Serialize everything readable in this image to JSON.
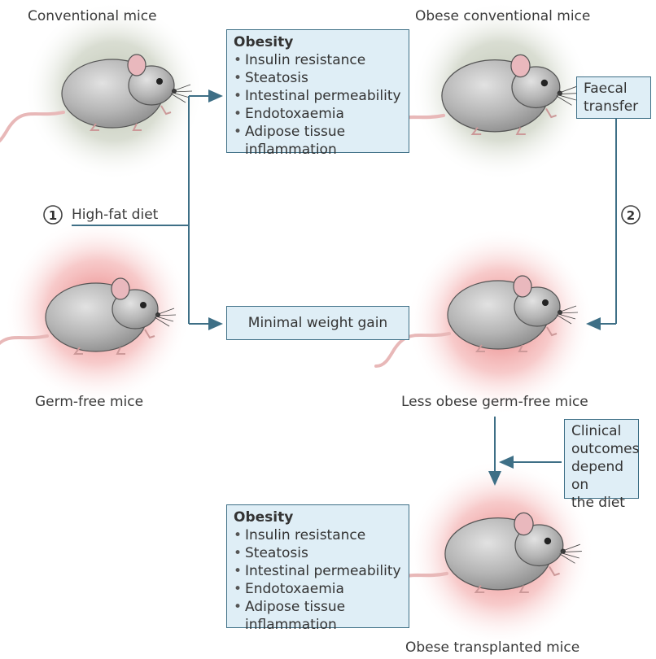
{
  "labels": {
    "conventional": "Conventional mice",
    "obese_conventional": "Obese conventional mice",
    "germ_free": "Germ-free mice",
    "less_obese_germ_free": "Less obese germ-free mice",
    "obese_transplanted": "Obese transplanted mice"
  },
  "obesity_box_top": {
    "title": "Obesity",
    "items": [
      "Insulin resistance",
      "Steatosis",
      "Intestinal permeability",
      "Endotoxaemia",
      "Adipose tissue",
      "inflammation"
    ]
  },
  "obesity_box_bottom": {
    "title": "Obesity",
    "items": [
      "Insulin resistance",
      "Steatosis",
      "Intestinal permeability",
      "Endotoxaemia",
      "Adipose tissue",
      "inflammation"
    ]
  },
  "minimal_weight_gain": "Minimal weight gain",
  "faecal_transfer": [
    "Faecal",
    "transfer"
  ],
  "clinical_outcomes": [
    "Clinical",
    "outcomes",
    "depend on",
    "the diet"
  ],
  "step1": {
    "number": "1",
    "label": "High-fat diet"
  },
  "step2": {
    "number": "2"
  },
  "colors": {
    "box_fill": "#dfeef6",
    "box_border": "#3e6f86",
    "arrow": "#3e6f86",
    "green_halo": "#9aa88a",
    "red_halo": "#e07070"
  }
}
